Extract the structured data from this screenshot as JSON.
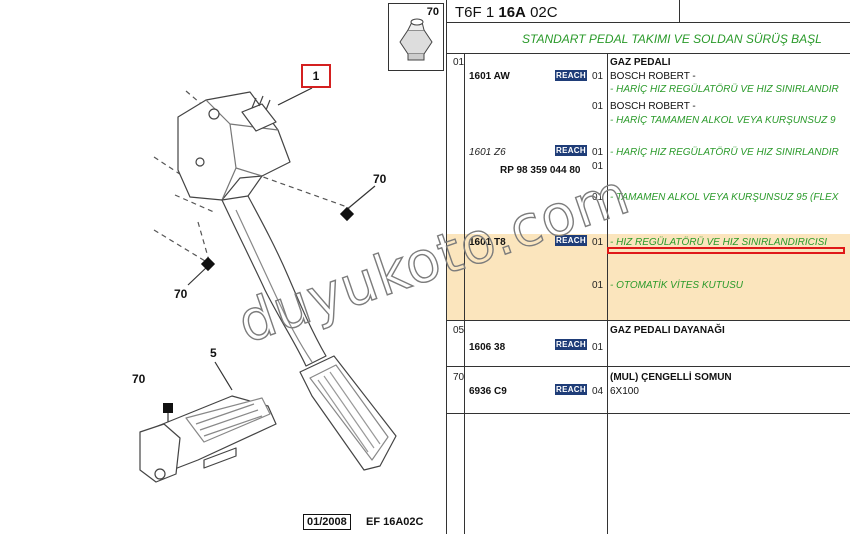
{
  "diagram": {
    "callouts": {
      "part1": "1",
      "part70_a": "70",
      "part70_b": "70",
      "part70_c": "70",
      "part5": "5"
    },
    "thumb_label": "70",
    "footer_date": "01/2008",
    "footer_code": "EF 16A02C"
  },
  "header": {
    "prefix": "T6F 1",
    "bold": "16A",
    "suffix": "02C",
    "subtitle": "STANDART PEDAL TAKIMI VE SOLDAN SÜRÜŞ BAŞL"
  },
  "rows": {
    "r1": {
      "group": "01",
      "title": "GAZ PEDALI",
      "ref1": "1601 AW",
      "reach1": "REACH",
      "q1": "01",
      "d1": "BOSCH ROBERT -",
      "n1": "- HARİÇ HIZ REGÜLATÖRÜ VE HIZ SINIRLANDIR",
      "q2": "01",
      "d2": "BOSCH ROBERT -",
      "n2": "- HARİÇ TAMAMEN ALKOL VEYA KURŞUNSUZ 9",
      "ref2": "1601 Z6",
      "reach2": "REACH",
      "q3": "01",
      "n3": "- HARİÇ HIZ REGÜLATÖRÜ VE HIZ SINIRLANDIR",
      "rp": "RP 98 359 044 80",
      "q4": "01",
      "q5": "01",
      "n5": "- TAMAMEN ALKOL VEYA KURŞUNSUZ 95 (FLEX",
      "ref3": "1601 T8",
      "reach3": "REACH",
      "q6": "01",
      "n6": "- HIZ REGÜLATÖRÜ VE HIZ SINIRLANDIRICISI",
      "q7": "01",
      "n7": "- OTOMATİK VİTES KUTUSU"
    },
    "r2": {
      "group": "05",
      "title": "GAZ PEDALI DAYANAĞI",
      "ref": "1606 38",
      "reach": "REACH",
      "qty": "01"
    },
    "r3": {
      "group": "70",
      "title": "(MUL) ÇENGELLİ SOMUN",
      "ref": "6936 C9",
      "reach": "REACH",
      "qty": "04",
      "desc": "6X100"
    }
  },
  "watermark": "duyukoto.com"
}
